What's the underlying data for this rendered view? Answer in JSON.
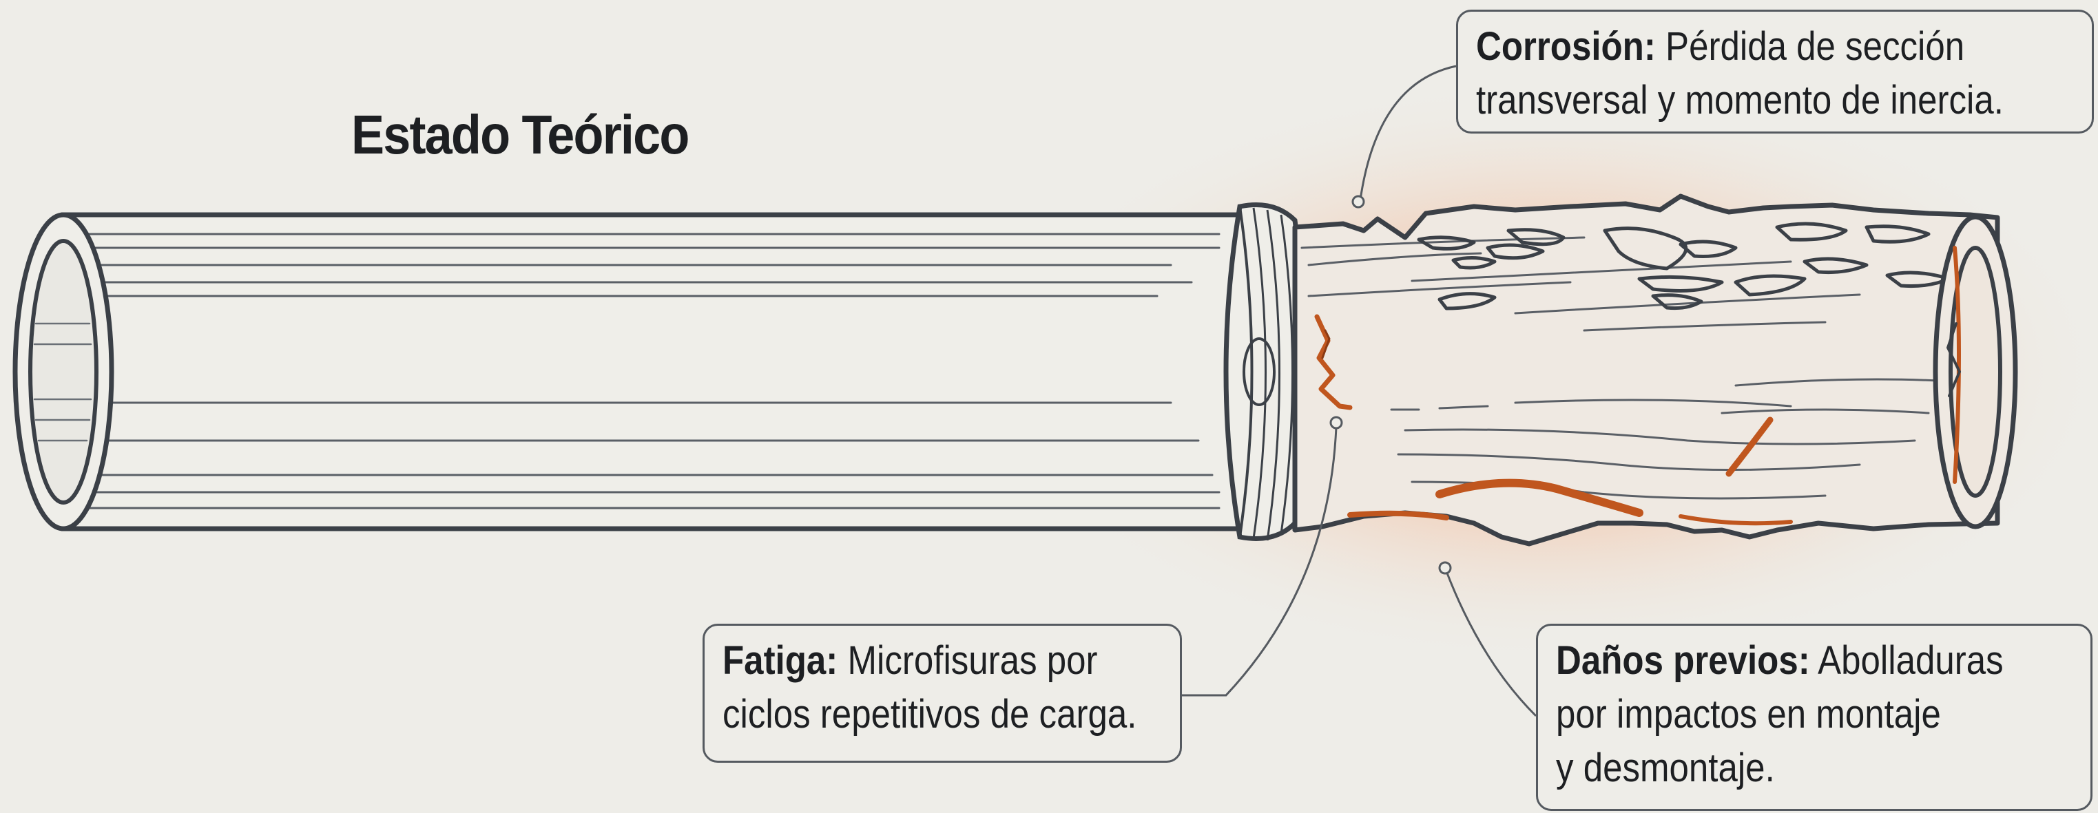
{
  "title": "Estado Teórico",
  "callouts": {
    "corrosion": {
      "term": "Corrosión:",
      "line1": "Pérdida de sección",
      "line2": "transversal y momento de inercia."
    },
    "fatigue": {
      "term": "Fatiga:",
      "line1": "Microfisuras por",
      "line2": "ciclos repetitivos de carga."
    },
    "damage": {
      "term": "Daños previos:",
      "line1": "Abolladuras",
      "line2": "por impactos en montaje",
      "line3": "y desmontaje."
    }
  },
  "colors": {
    "background": "#eeede8",
    "outline": "#3b4047",
    "damage": "#c0561e",
    "glow": "#f08a50"
  }
}
